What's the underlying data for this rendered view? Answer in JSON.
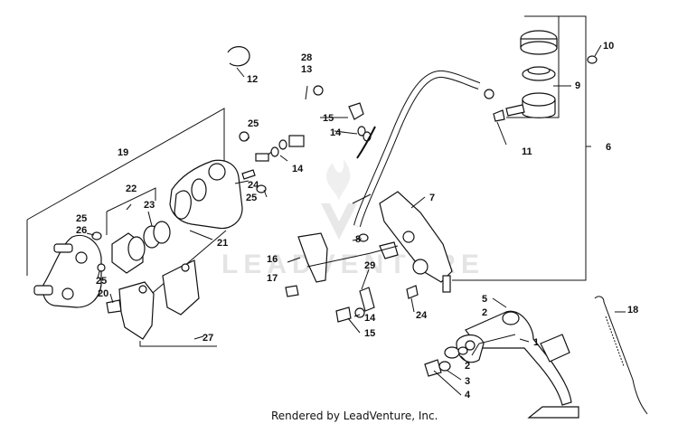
{
  "diagram": {
    "watermark": "LEADVENTURE",
    "credit": "Rendered by LeadVenture, Inc.",
    "callouts": [
      "1",
      "2",
      "3",
      "4",
      "5",
      "6",
      "7",
      "8",
      "9",
      "10",
      "11",
      "12",
      "13",
      "14",
      "15",
      "16",
      "17",
      "18",
      "19",
      "20",
      "21",
      "22",
      "23",
      "24",
      "25",
      "26",
      "27",
      "28",
      "29"
    ]
  }
}
